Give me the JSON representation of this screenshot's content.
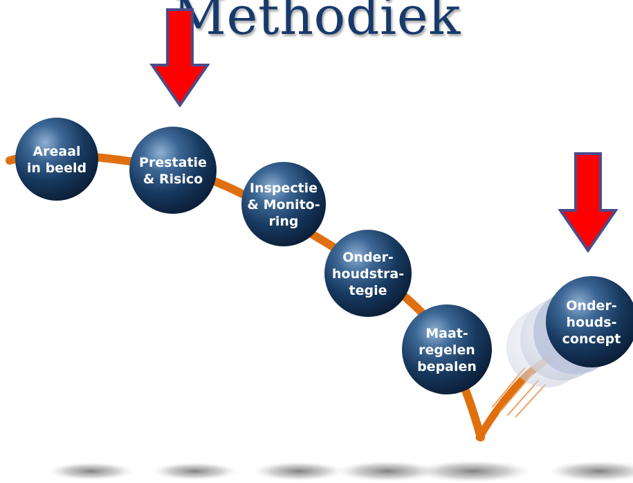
{
  "title": "Methodiek",
  "colors": {
    "title": "#173a6b",
    "sphere": "#14365f",
    "path": "#e0700f",
    "arrow": "#ff0000",
    "arrow_outline": "#4b4b8c"
  },
  "steps": [
    {
      "id": "areaal",
      "lines": [
        "Areaal",
        "in beeld"
      ]
    },
    {
      "id": "prestatie",
      "lines": [
        "Prestatie",
        "& Risico"
      ],
      "marked": true
    },
    {
      "id": "inspectie",
      "lines": [
        "Inspectie",
        "& Monito-",
        "ring"
      ]
    },
    {
      "id": "onderhoudstrategie",
      "lines": [
        "Onder-",
        "houdstra-",
        "tegie"
      ]
    },
    {
      "id": "maatregelen",
      "lines": [
        "Maat-",
        "regelen",
        "bepalen"
      ]
    },
    {
      "id": "onderhoudsconcept",
      "lines": [
        "Onder-",
        "houds-",
        "concept"
      ],
      "marked": true
    }
  ]
}
